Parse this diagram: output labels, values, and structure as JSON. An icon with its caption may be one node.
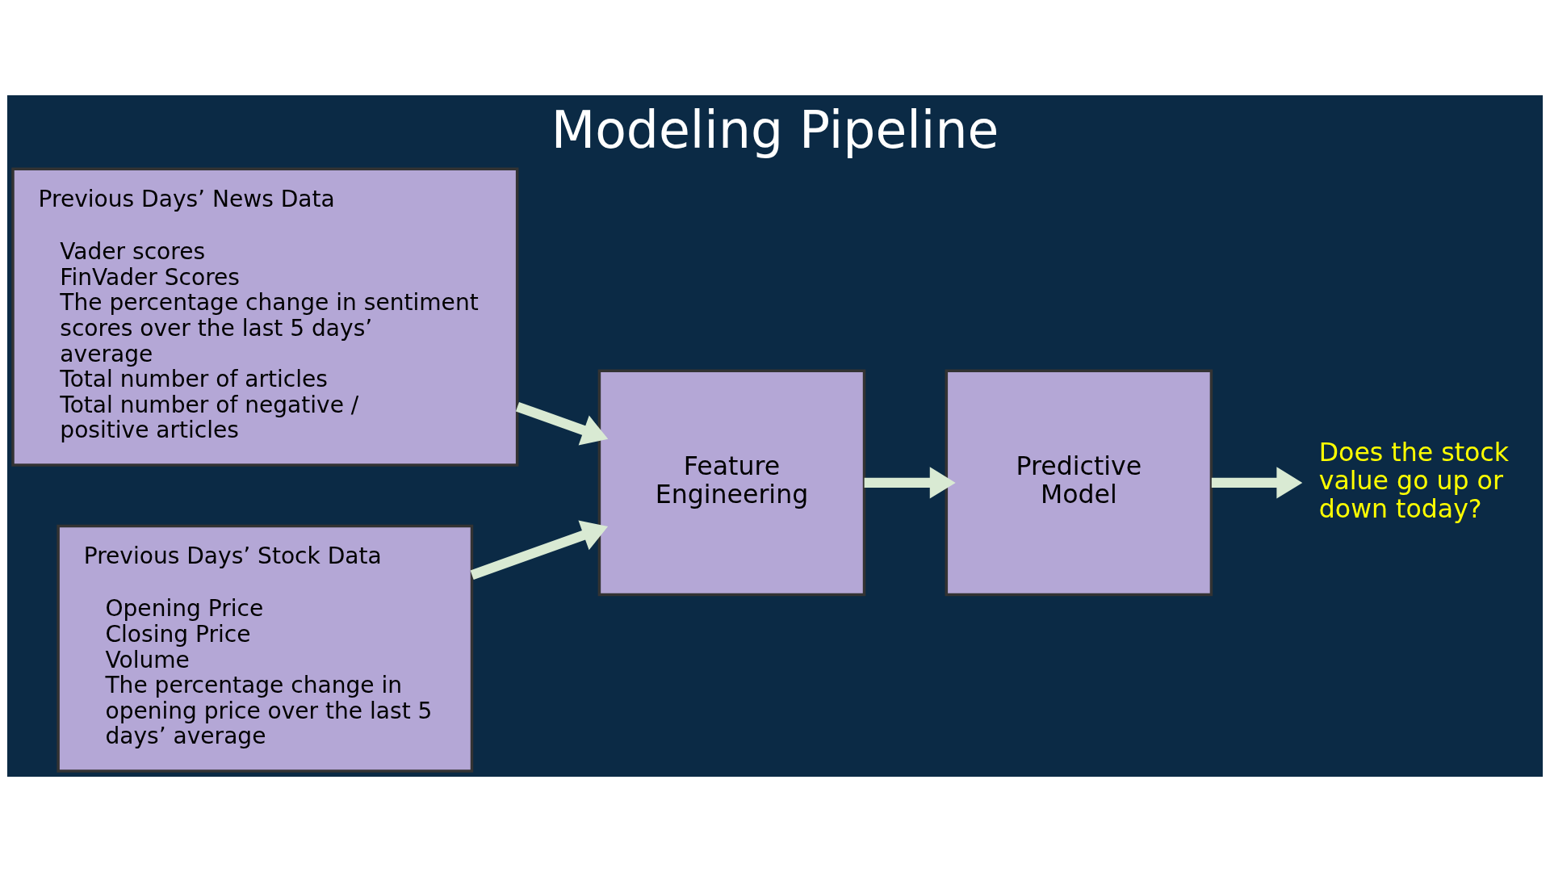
{
  "diagram": {
    "title": "Modeling Pipeline",
    "nodes": [
      {
        "text": [
          "Previous Days’ News Data",
          "Vader scores",
          "FinVader Scores",
          "The percentage change in sentiment scores over the last 5 days’ average",
          "Total number of articles",
          "Total number of negative / positive articles"
        ]
      },
      {
        "text": [
          "Previous Days’ Stock Data",
          "Opening Price",
          "Closing Price",
          "Volume",
          "The percentage change in opening price over the last 5 days’ average"
        ]
      },
      {
        "text": [
          "Feature Engineering"
        ]
      },
      {
        "text": [
          "Predictive Model"
        ]
      },
      {
        "text": [
          "Does the stock value go up or down today?"
        ]
      }
    ],
    "edges": [
      {
        "from": 0,
        "to": 2,
        "arrow": "to"
      },
      {
        "from": 1,
        "to": 2,
        "arrow": "to"
      },
      {
        "from": 2,
        "to": 3,
        "arrow": "to"
      },
      {
        "from": 3,
        "to": 4,
        "arrow": "to"
      }
    ]
  }
}
